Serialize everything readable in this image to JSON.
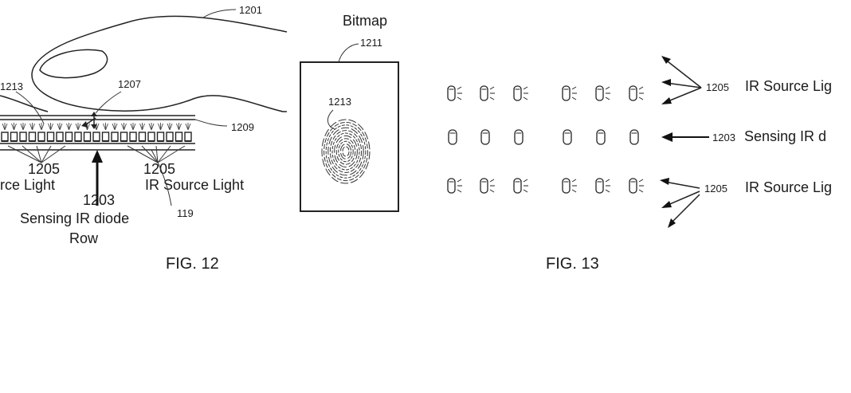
{
  "fig12": {
    "caption": "FIG. 12",
    "ref_finger": "1201",
    "ref_1207": "1207",
    "ref_1209": "1209",
    "ref_1213_left": "1213",
    "ref_1205_left": "1205",
    "ref_1205_right": "1205",
    "label_source_left": "rce Light",
    "label_source_right": "IR Source Light",
    "ref_1203": "1203",
    "label_sensing_line1": "Sensing IR diode",
    "label_sensing_line2": "Row",
    "ref_119": "119",
    "bitmap_title": "Bitmap",
    "ref_1211": "1211",
    "ref_1213_bitmap": "1213"
  },
  "fig13": {
    "caption": "FIG. 13",
    "row_top_ref": "1205",
    "row_top_label": "IR Source Lig",
    "row_mid_ref": "1203",
    "row_mid_label": "Sensing IR d",
    "row_bot_ref": "1205",
    "row_bot_label": "IR Source Lig"
  },
  "icons": {
    "source_light": "ir-source-light-icon",
    "sensing_diode": "sensing-diode-icon",
    "fingerprint": "fingerprint-icon",
    "finger": "finger-icon"
  }
}
